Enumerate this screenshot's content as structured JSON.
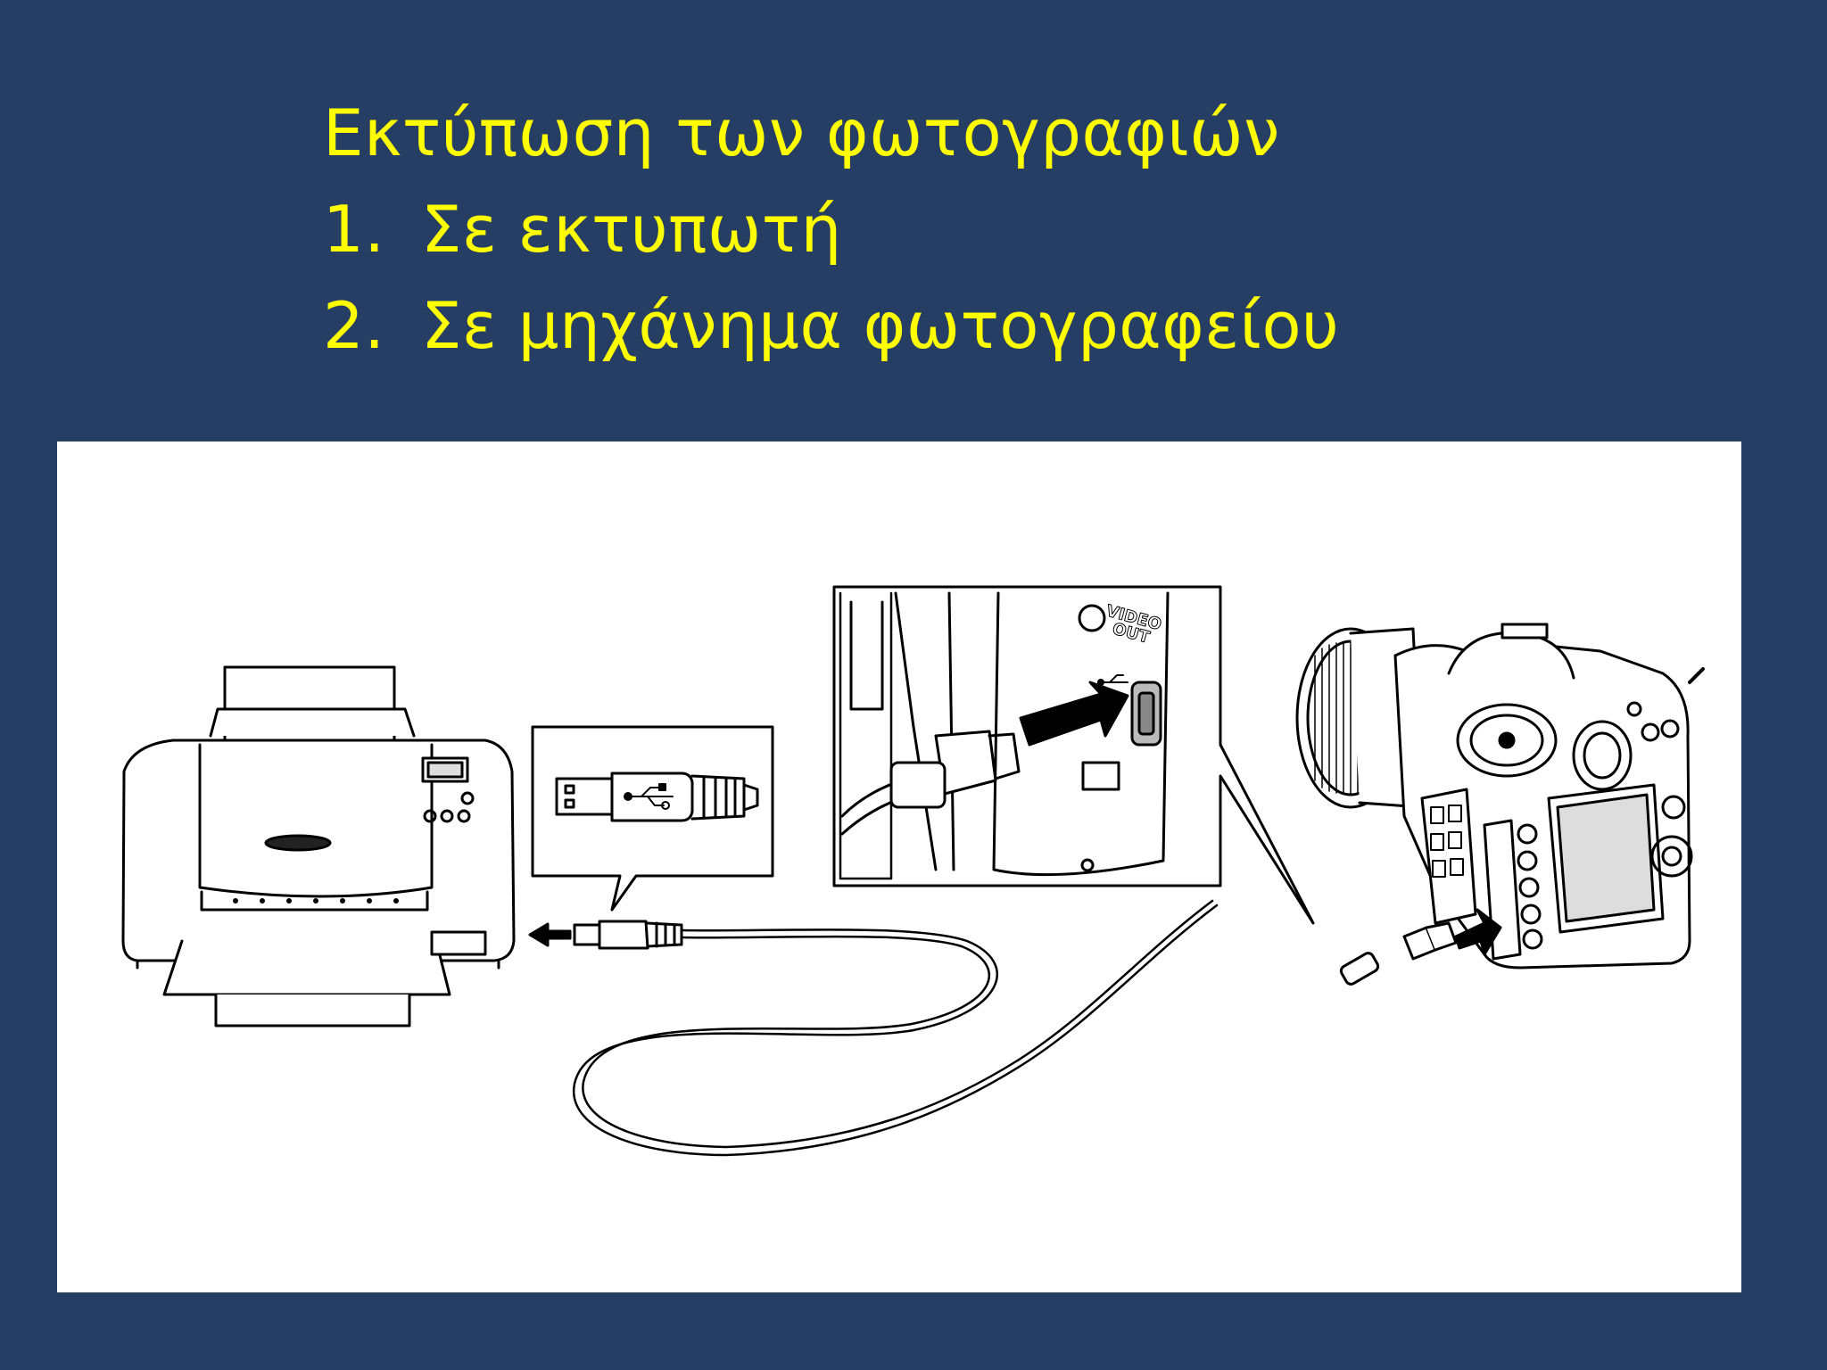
{
  "slide": {
    "title": "Εκτύπωση των φωτογραφιών",
    "list": [
      {
        "number": "1.",
        "text": "Σε εκτυπωτή"
      },
      {
        "number": "2.",
        "text": "Σε μηχάνημα φωτογραφείου"
      }
    ],
    "background_color": "#263e63",
    "text_color": "#ffff00"
  },
  "figure": {
    "port_label_line1": "VIDEO",
    "port_label_line2": "OUT",
    "icons": [
      "printer-icon",
      "usb-cable-icon",
      "camera-icon",
      "usb-symbol-icon",
      "arrow-left-icon",
      "arrow-right-icon"
    ]
  }
}
